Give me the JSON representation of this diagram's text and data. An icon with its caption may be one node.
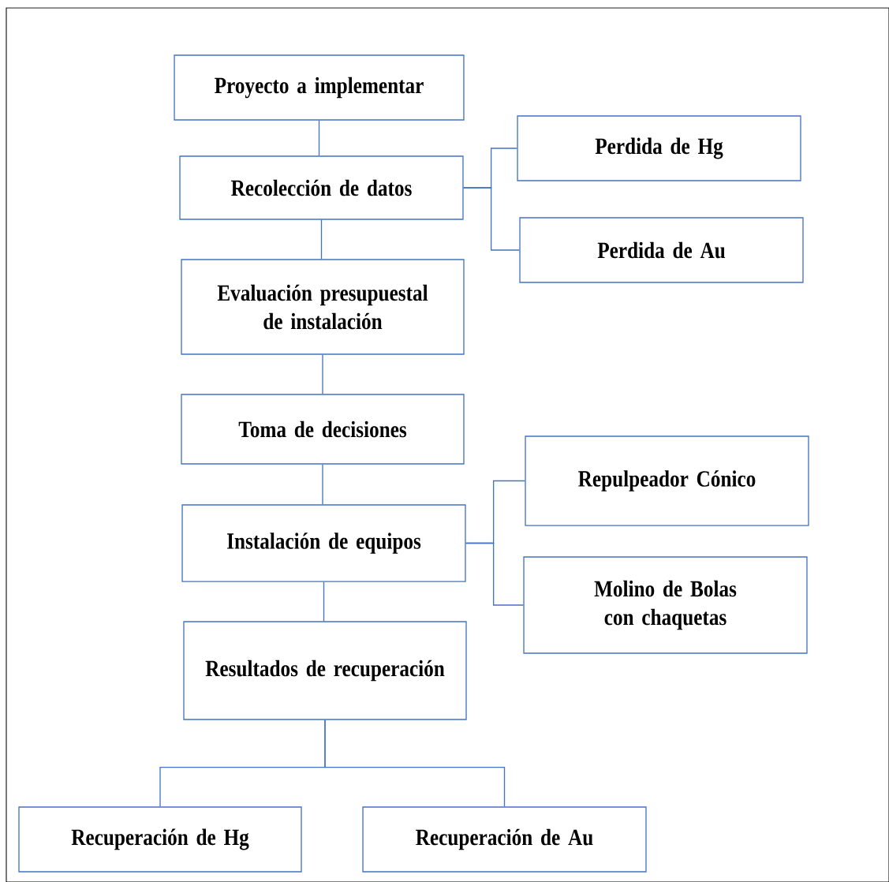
{
  "diagram": {
    "nodes": [
      {
        "text": [
          "Proyecto a implementar"
        ]
      },
      {
        "text": [
          "Recolección de datos"
        ]
      },
      {
        "text": [
          "Perdida de Hg"
        ]
      },
      {
        "text": [
          "Perdida de Au"
        ]
      },
      {
        "text": [
          "Evaluación presupuestal de instalación"
        ]
      },
      {
        "text": [
          "Toma de decisiones"
        ]
      },
      {
        "text": [
          "Repulpeador Cónico"
        ]
      },
      {
        "text": [
          "Instalación de equipos"
        ]
      },
      {
        "text": [
          "Molino de Bolas con chaquetas"
        ]
      },
      {
        "text": [
          "Resultados de recuperación"
        ]
      },
      {
        "text": [
          "Recuperación de Hg"
        ]
      },
      {
        "text": [
          "Recuperación de Au"
        ]
      }
    ],
    "edges": [
      {
        "from": 0,
        "to": 1,
        "arrow": "none"
      },
      {
        "from": 1,
        "to": 2,
        "arrow": "none"
      },
      {
        "from": 1,
        "to": 3,
        "arrow": "none"
      },
      {
        "from": 1,
        "to": 4,
        "arrow": "none"
      },
      {
        "from": 4,
        "to": 5,
        "arrow": "none"
      },
      {
        "from": 5,
        "to": 7,
        "arrow": "none"
      },
      {
        "from": 7,
        "to": 6,
        "arrow": "none"
      },
      {
        "from": 7,
        "to": 8,
        "arrow": "none"
      },
      {
        "from": 7,
        "to": 9,
        "arrow": "none"
      },
      {
        "from": 9,
        "to": 10,
        "arrow": "none"
      },
      {
        "from": 9,
        "to": 11,
        "arrow": "none"
      }
    ]
  }
}
